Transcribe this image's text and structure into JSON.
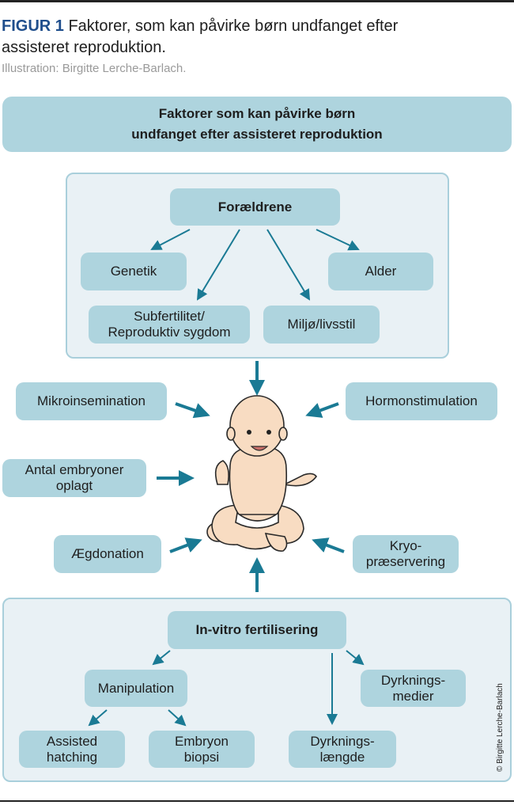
{
  "caption": {
    "label": "FIGUR 1",
    "title_line1": "Faktorer, som kan påvirke børn undfanget efter",
    "title_line2": "assisteret reproduktion.",
    "credit": "Illustration: Birgitte Lerche-Barlach."
  },
  "header": {
    "line1": "Faktorer som kan påvirke børn",
    "line2": "undfanget efter assisteret reproduktion"
  },
  "parents": {
    "title": "Forældrene",
    "items": {
      "genetik": "Genetik",
      "alder": "Alder",
      "subfertilitet_1": "Subfertilitet/",
      "subfertilitet_2": "Reproduktiv sygdom",
      "miljo": "Miljø/livsstil"
    }
  },
  "factors": {
    "mikro": "Mikroinsemination",
    "hormon": "Hormonstimulation",
    "antal_1": "Antal embryoner",
    "antal_2": "oplagt",
    "aegdonation": "Ægdonation",
    "kryo_1": "Kryo-",
    "kryo_2": "præservering"
  },
  "ivf": {
    "title": "In-vitro fertilisering",
    "manipulation": "Manipulation",
    "medier_1": "Dyrknings-",
    "medier_2": "medier",
    "assisted_1": "Assisted",
    "assisted_2": "hatching",
    "biopsi_1": "Embryon",
    "biopsi_2": "biopsi",
    "laengde_1": "Dyrknings-",
    "laengde_2": "længde"
  },
  "copyright": "© Birgitte Lerche-Barlach",
  "colors": {
    "box": "#aed4de",
    "panel": "#e9f1f5",
    "arrow": "#1a7a94",
    "figure_label": "#1f4e8c"
  }
}
